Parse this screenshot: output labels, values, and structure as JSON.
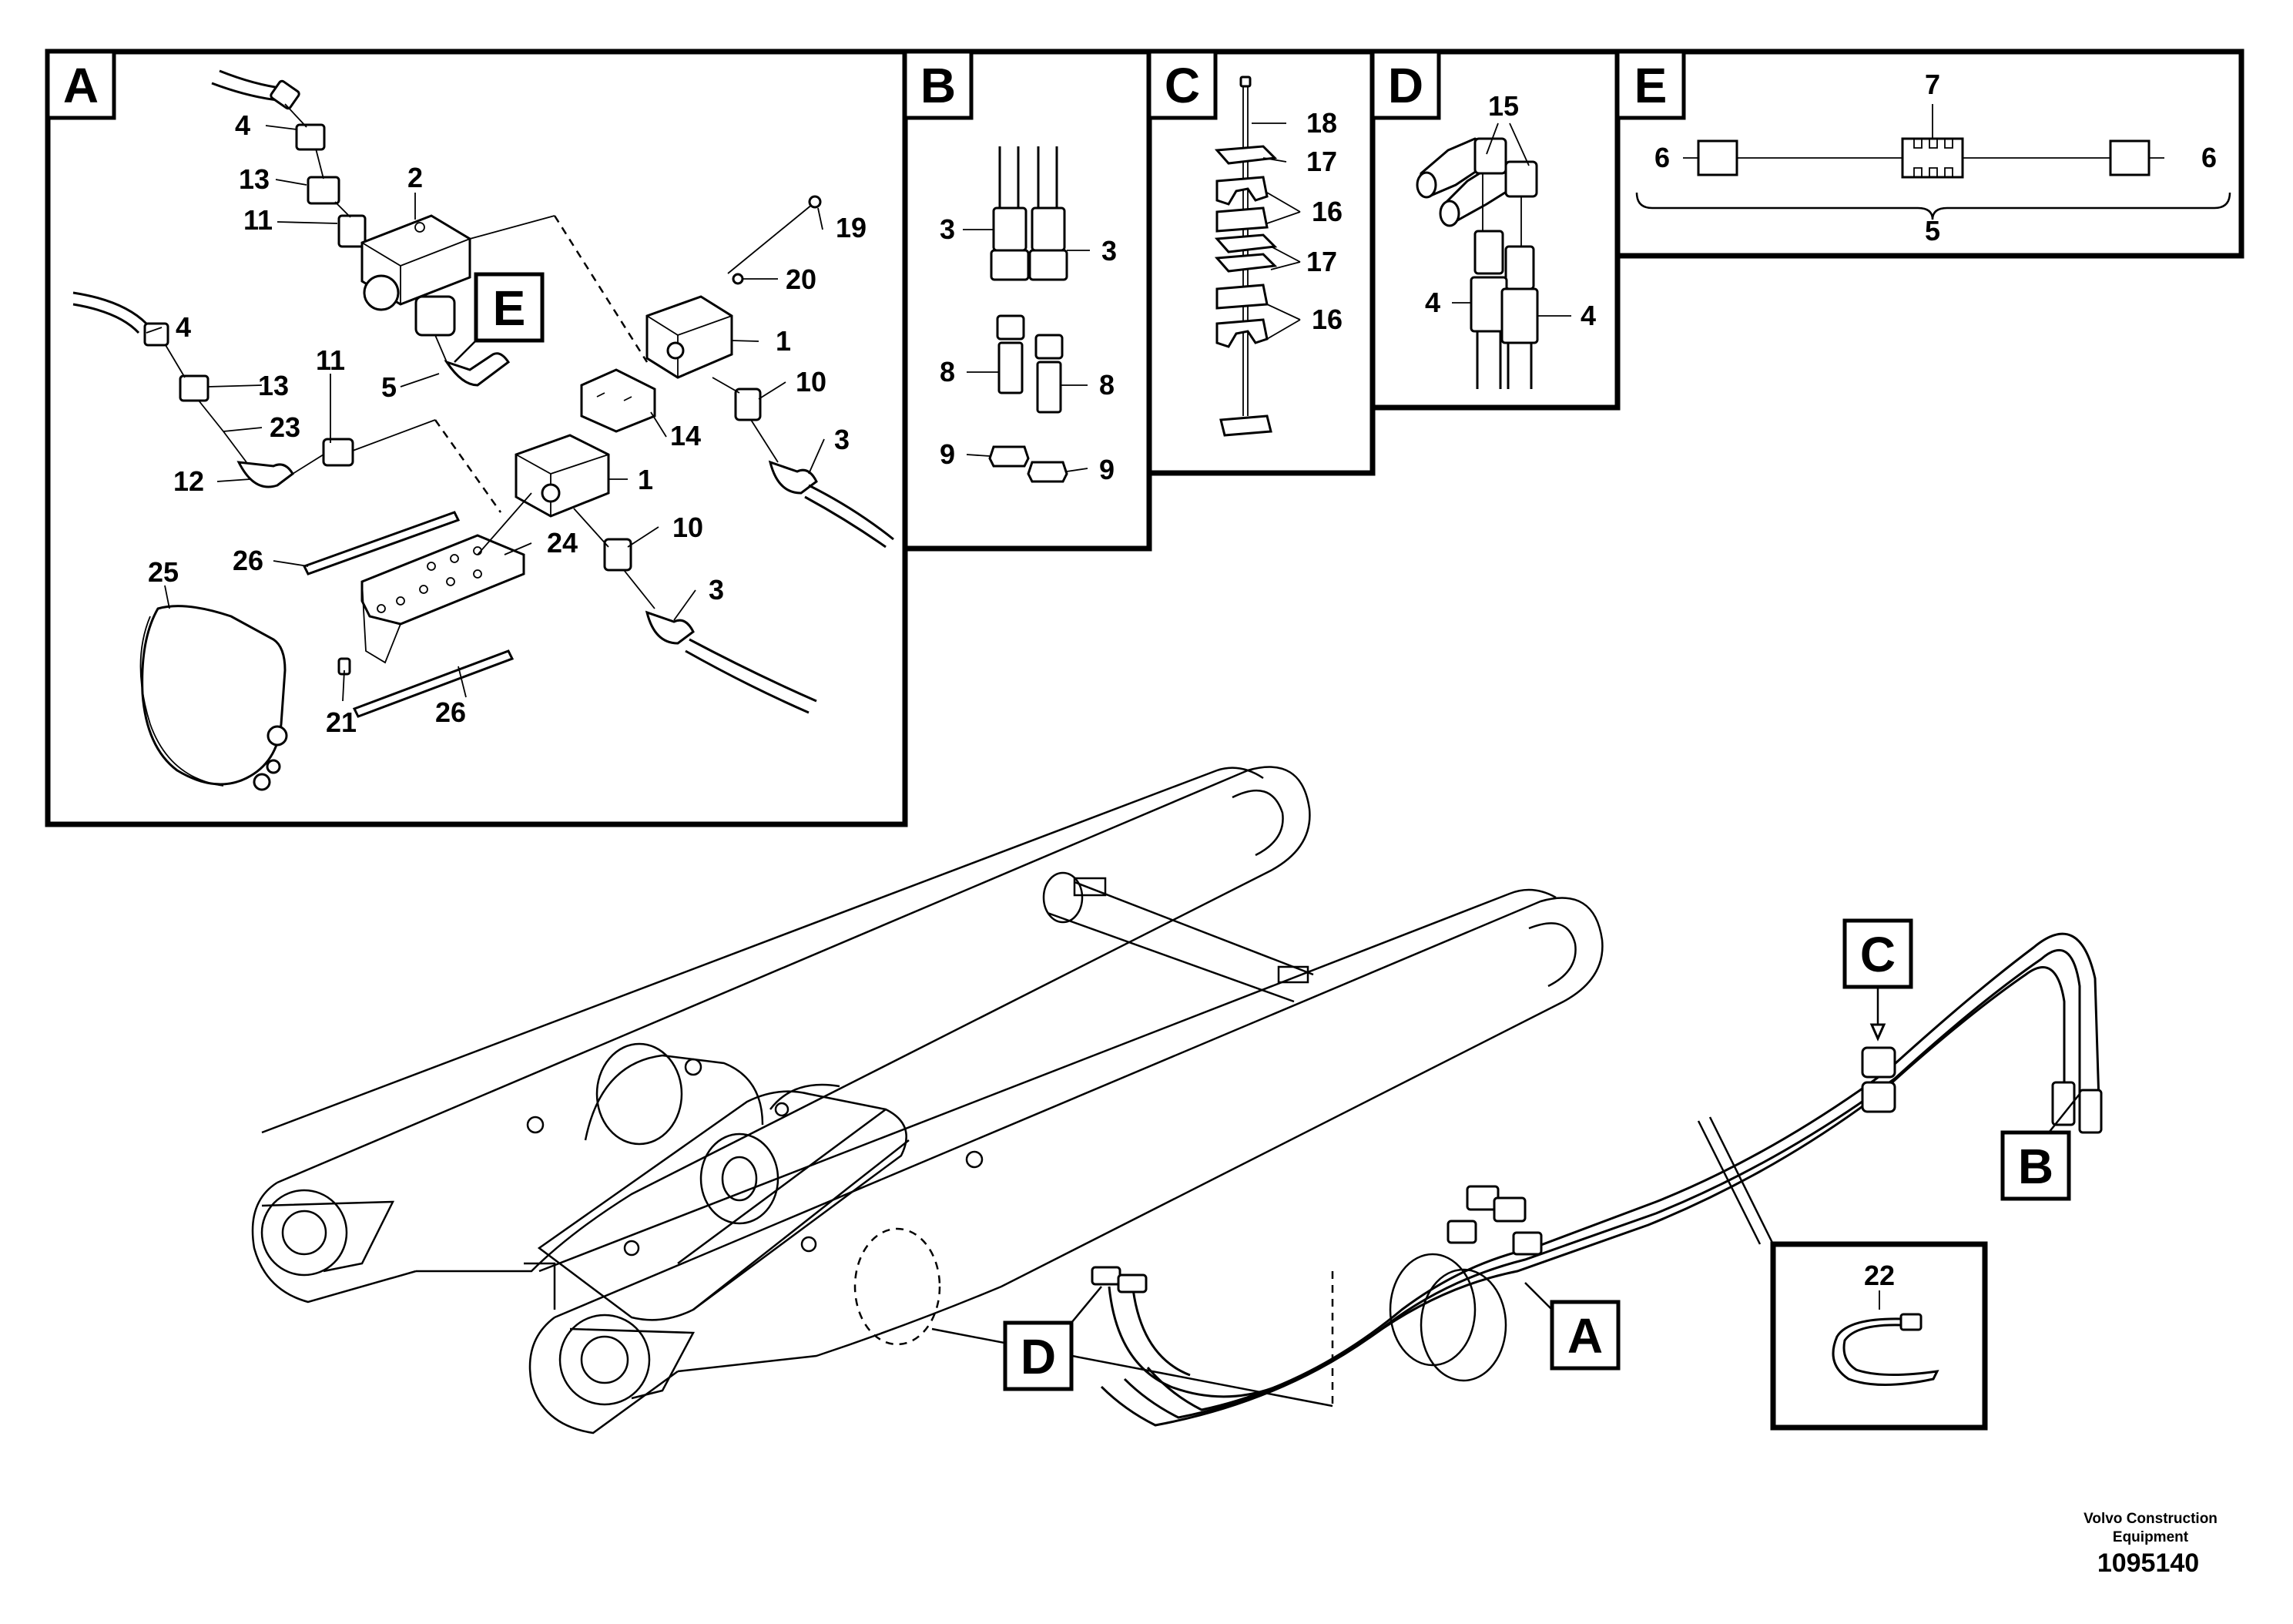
{
  "tags": {
    "a": "A",
    "b": "B",
    "c": "C",
    "d": "D",
    "e": "E"
  },
  "callouts": {
    "n1": "1",
    "n2": "2",
    "n3": "3",
    "n4": "4",
    "n5": "5",
    "n6": "6",
    "n7": "7",
    "n8": "8",
    "n9": "9",
    "n10": "10",
    "n11": "11",
    "n12": "12",
    "n13": "13",
    "n14": "14",
    "n15": "15",
    "n16": "16",
    "n17": "17",
    "n18": "18",
    "n19": "19",
    "n20": "20",
    "n21": "21",
    "n22": "22",
    "n23": "23",
    "n24": "24",
    "n25": "25",
    "n26": "26"
  },
  "footer": {
    "brand_line1": "Volvo Construction",
    "brand_line2": "Equipment",
    "drawing_number": "1095140"
  }
}
